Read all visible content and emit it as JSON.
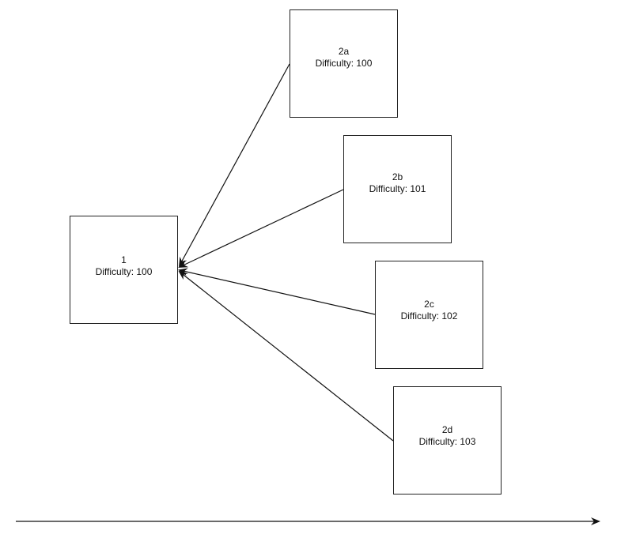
{
  "nodes": {
    "n1": {
      "id": "1",
      "difficulty": "Difficulty: 100"
    },
    "n2a": {
      "id": "2a",
      "difficulty": "Difficulty: 100"
    },
    "n2b": {
      "id": "2b",
      "difficulty": "Difficulty: 101"
    },
    "n2c": {
      "id": "2c",
      "difficulty": "Difficulty: 102"
    },
    "n2d": {
      "id": "2d",
      "difficulty": "Difficulty: 103"
    }
  },
  "edges": [
    {
      "from": "2a",
      "to": "1"
    },
    {
      "from": "2b",
      "to": "1"
    },
    {
      "from": "2c",
      "to": "1"
    },
    {
      "from": "2d",
      "to": "1"
    }
  ],
  "colors": {
    "stroke": "#111111",
    "background": "#ffffff"
  }
}
